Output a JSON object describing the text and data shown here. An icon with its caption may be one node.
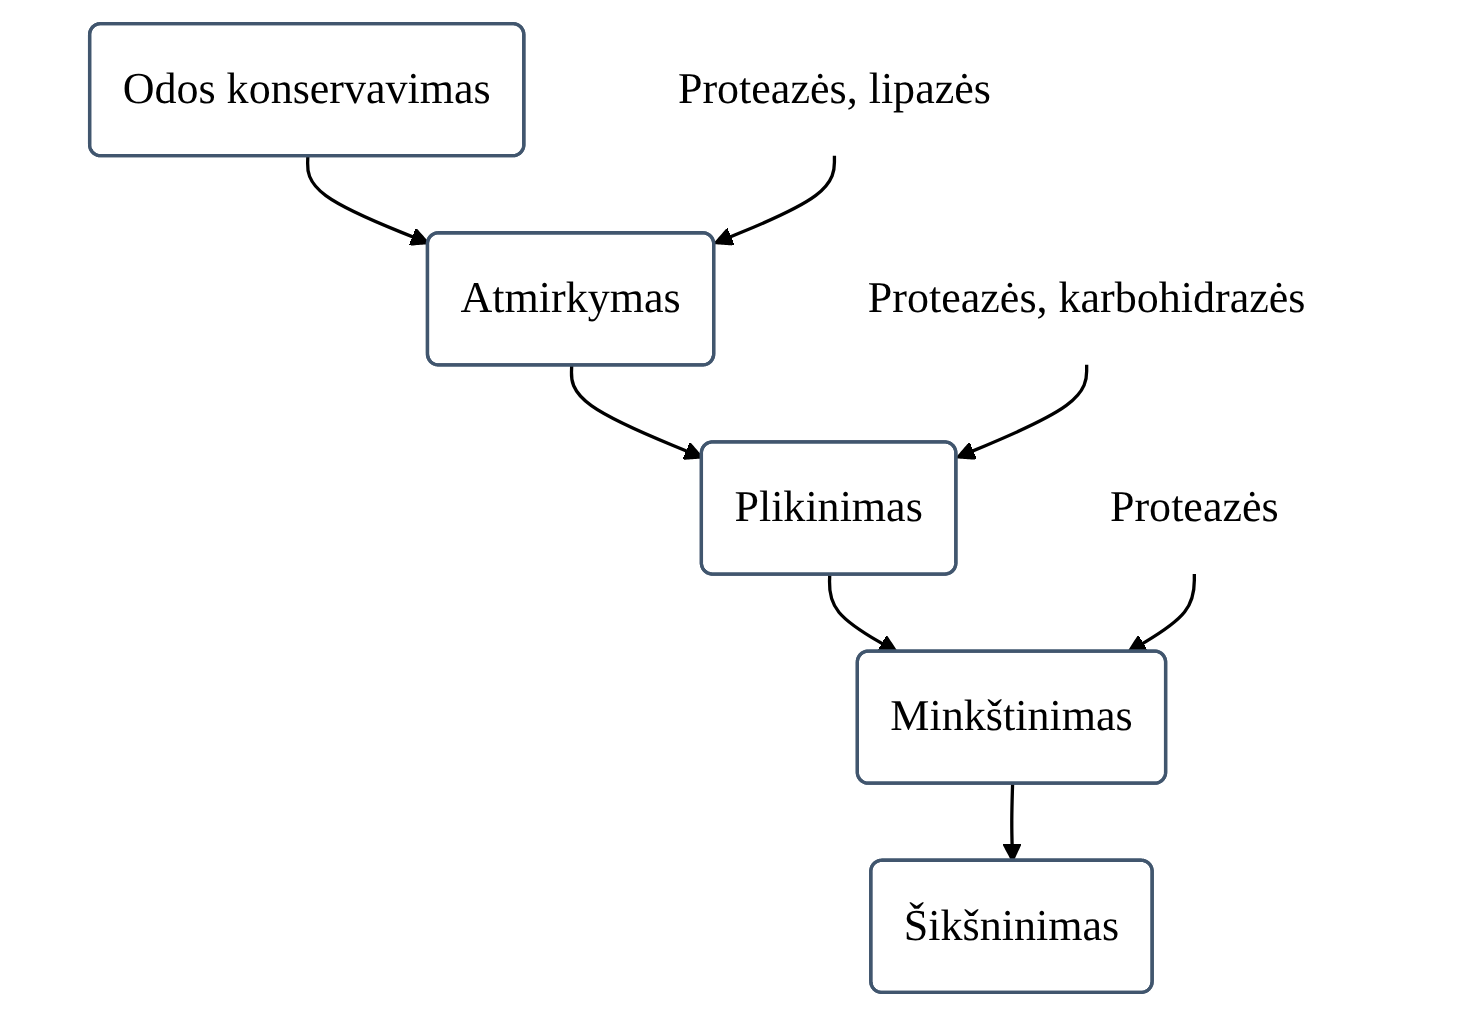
{
  "diagram": {
    "nodes": [
      {
        "text": [
          "Odos konservavimas"
        ]
      },
      {
        "text": [
          "Atmirkymas"
        ]
      },
      {
        "text": [
          "Proteazės, lipazės"
        ]
      },
      {
        "text": [
          "Plikinimas"
        ]
      },
      {
        "text": [
          "Proteazės, karbohidrazės"
        ]
      },
      {
        "text": [
          "Minkštinimas"
        ]
      },
      {
        "text": [
          "Proteazės"
        ]
      },
      {
        "text": [
          "Šikšninimas"
        ]
      }
    ],
    "edges": [
      {
        "from": 0,
        "to": 1,
        "arrow": "to"
      },
      {
        "from": 1,
        "to": 3,
        "arrow": "to"
      },
      {
        "from": 3,
        "to": 5,
        "arrow": "to"
      },
      {
        "from": 5,
        "to": 7,
        "arrow": "to"
      },
      {
        "from": 2,
        "to": 1,
        "arrow": "to"
      },
      {
        "from": 4,
        "to": 3,
        "arrow": "to"
      },
      {
        "from": 6,
        "to": 5,
        "arrow": "to"
      }
    ]
  }
}
